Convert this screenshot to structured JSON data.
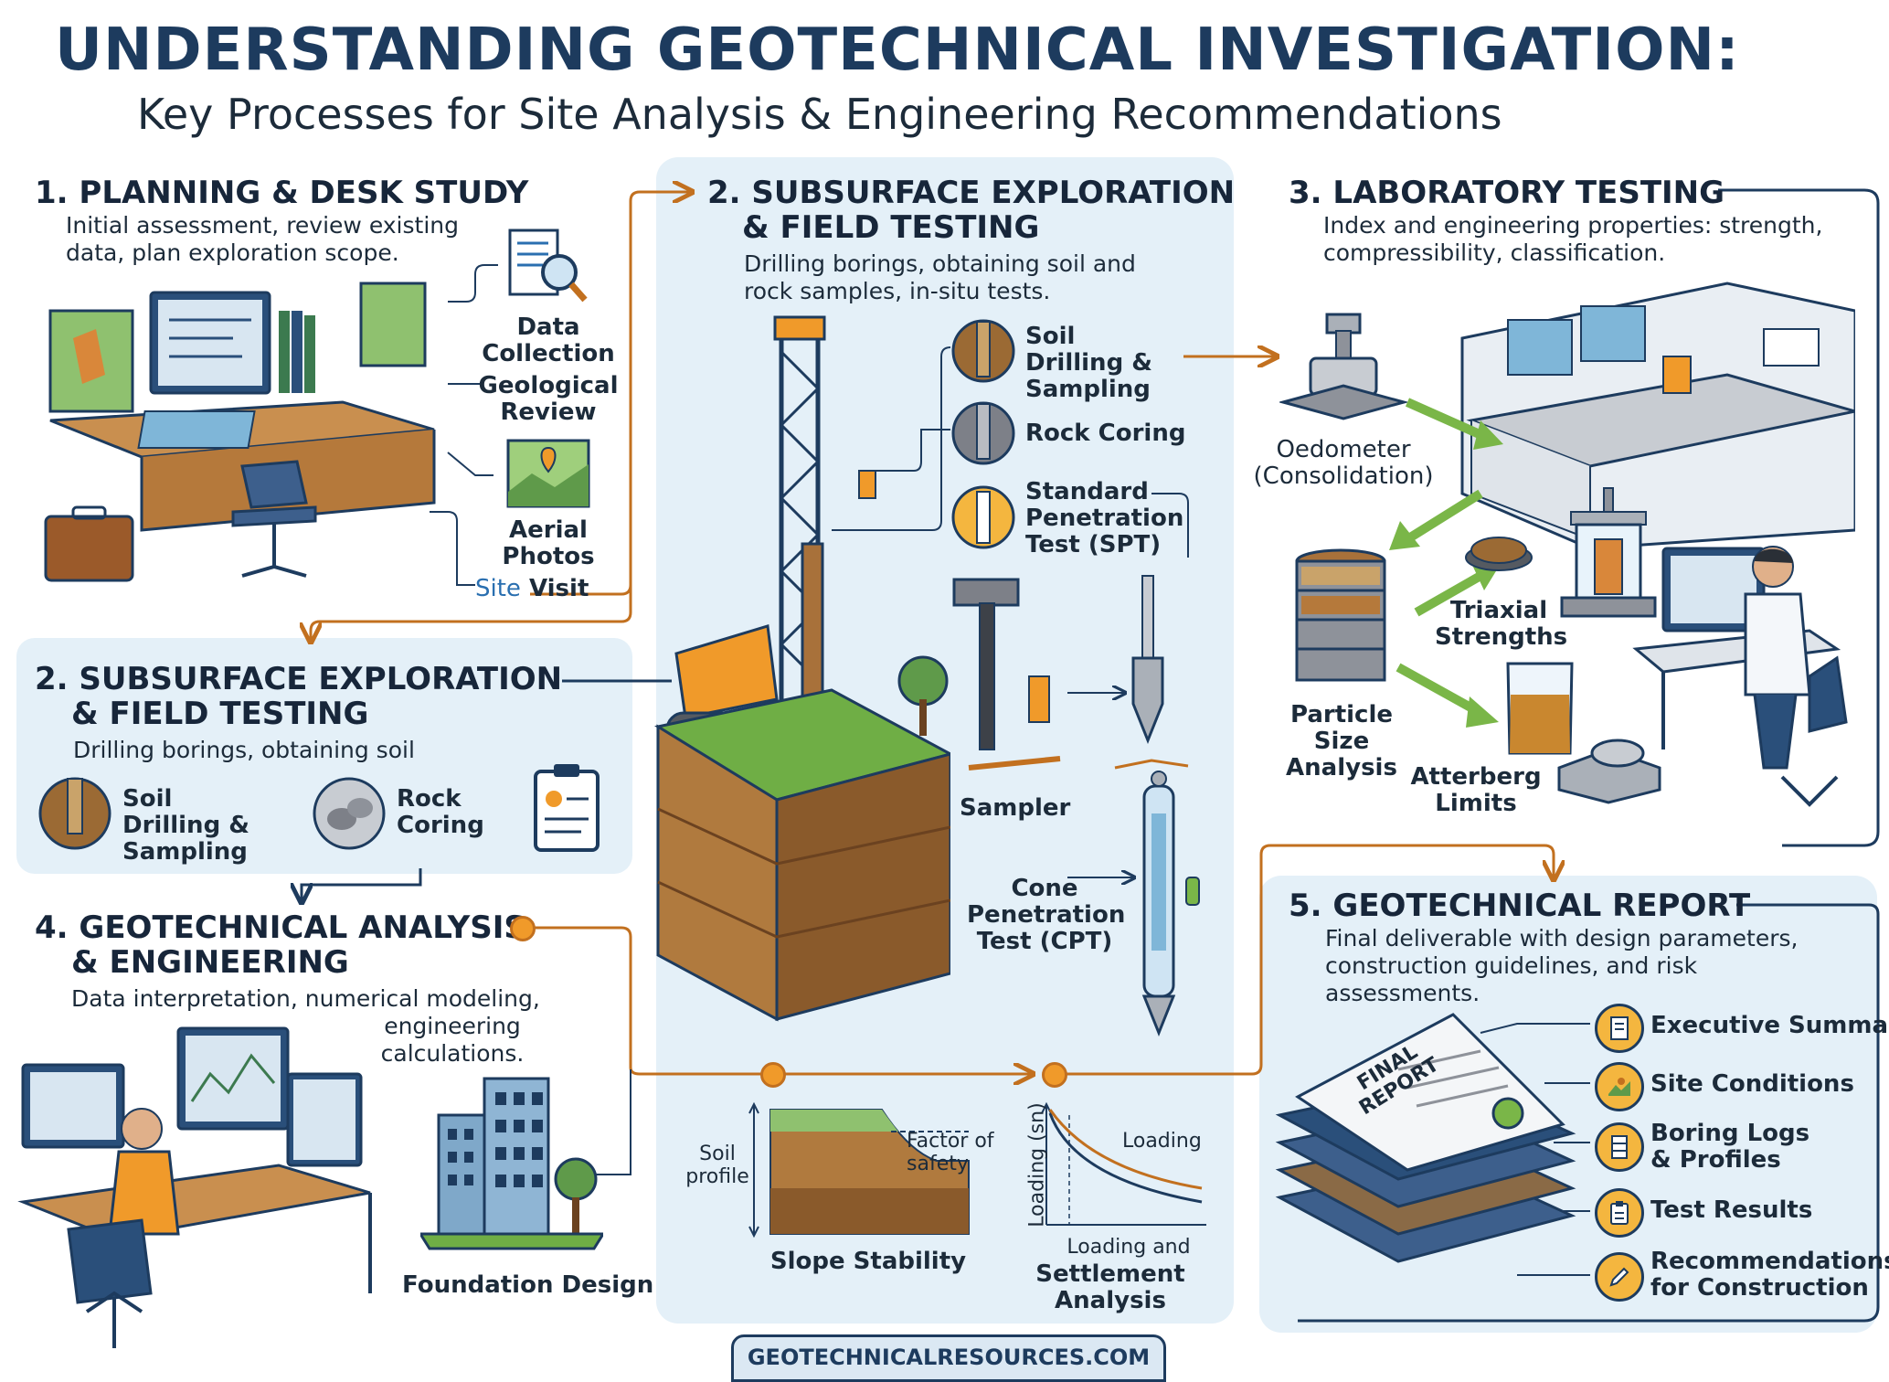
{
  "header": {
    "title": "UNDERSTANDING GEOTECHNICAL INVESTIGATION:",
    "subtitle": "Key Processes for Site Analysis & Engineering Recommendations"
  },
  "planning": {
    "heading": "1. PLANNING & DESK STUDY",
    "description": "Initial assessment, review existing data, plan exploration scope.",
    "items": [
      "Data Collection",
      "Geological Review",
      "Aerial Photos"
    ],
    "site_visit_prefix": "Site",
    "site_visit_suffix": "Visit"
  },
  "exploration_small": {
    "heading_line1": "2. SUBSURFACE EXPLORATION",
    "heading_line2": "& FIELD TESTING",
    "description": "Drilling borings, obtaining soil",
    "items": [
      "Soil Drilling & Sampling",
      "Rock Coring"
    ]
  },
  "exploration_main": {
    "heading_line1": "2. SUBSURFACE EXPLORATION",
    "heading_line2": "& FIELD TESTING",
    "description": "Drilling borings, obtaining soil and rock samples, in-situ tests.",
    "items": [
      "Soil Drilling & Sampling",
      "Rock Coring",
      "Standard Penetration Test (SPT)"
    ],
    "sampler_label": "Sampler",
    "cpt_label": "Cone Penetration Test (CPT)"
  },
  "laboratory": {
    "heading": "3. LABORATORY TESTING",
    "description": "Index and engineering properties: strength, compressibility, classification.",
    "oedometer_line1": "Oedometer",
    "oedometer_line2": "(Consolidation)",
    "triaxial": "Triaxial Strengths",
    "particle_size": "Particle Size Analysis",
    "atterberg": "Atterberg Limits"
  },
  "analysis": {
    "heading_line1": "4. GEOTECHNICAL ANALYSIS",
    "heading_line2": "& ENGINEERING",
    "description_line1": "Data interpretation, numerical modeling,",
    "description_line2": "engineering calculations.",
    "foundation": "Foundation Design",
    "slope": {
      "title": "Slope Stability",
      "soil_profile": "Soil profile",
      "factor_of_safety": "Factor of safety"
    },
    "settlement": {
      "title": "Settlement Analysis",
      "ylabel": "Loading (sn)",
      "xlabel": "Loading and",
      "curve_label": "Loading"
    }
  },
  "report": {
    "heading": "5. GEOTECHNICAL REPORT",
    "description": "Final deliverable with design parameters, construction guidelines, and risk assessments.",
    "book_label": "FINAL REPORT",
    "items": [
      "Executive Summary",
      "Site Conditions",
      "Boring Logs & Profiles",
      "Test Results",
      "Recommendations for Construction"
    ]
  },
  "footer": {
    "url": "GEOTECHNICALRESOURCES.COM"
  },
  "colors": {
    "navy": "#1d3b5e",
    "panel": "#e4f0f8",
    "arrow": "#c2701f",
    "orange": "#f09a2a",
    "green": "#7ab648",
    "soil": "#8a5a2b"
  }
}
